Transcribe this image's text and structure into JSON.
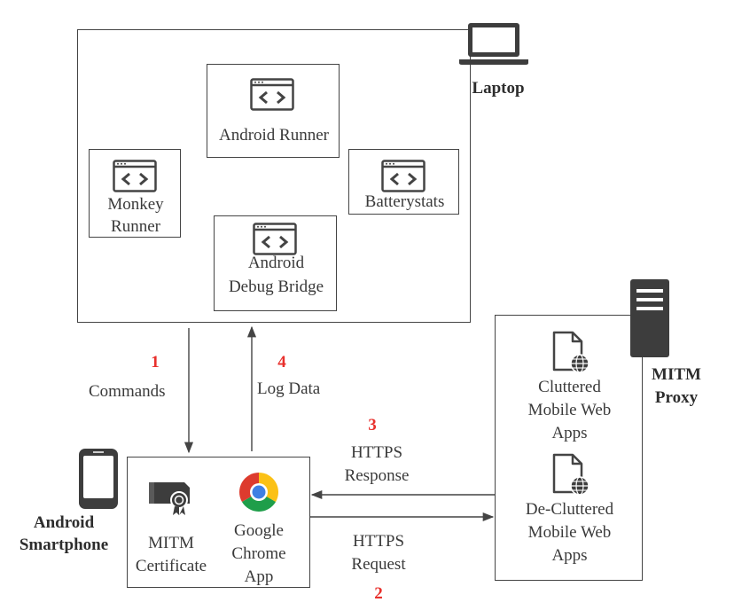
{
  "laptop": {
    "label": "Laptop",
    "components": {
      "android_runner": "Android Runner",
      "monkey_runner": [
        "Monkey",
        "Runner"
      ],
      "batterystats": "Batterystats",
      "adb": [
        "Android",
        "Debug Bridge"
      ]
    }
  },
  "smartphone": {
    "label": [
      "Android",
      "Smartphone"
    ],
    "mitm_certificate": [
      "MITM",
      "Certificate"
    ],
    "chrome": [
      "Google",
      "Chrome",
      "App"
    ]
  },
  "proxy": {
    "label": [
      "MITM",
      "Proxy"
    ],
    "cluttered": [
      "Cluttered",
      "Mobile Web",
      "Apps"
    ],
    "decluttered": [
      "De-Cluttered",
      "Mobile Web",
      "Apps"
    ]
  },
  "flows": {
    "step1": {
      "number": "1",
      "label": "Commands"
    },
    "step2": {
      "number": "2",
      "label": [
        "HTTPS",
        "Request"
      ]
    },
    "step3": {
      "number": "3",
      "label": [
        "HTTPS",
        "Response"
      ]
    },
    "step4": {
      "number": "4",
      "label": "Log Data"
    }
  },
  "icons": {
    "code_window": "code-window-icon",
    "laptop": "laptop-icon",
    "server": "server-icon",
    "phone": "smartphone-icon",
    "certificate": "certificate-icon",
    "chrome": "chrome-icon",
    "web_document": "web-document-icon"
  },
  "colors": {
    "step_number": "#e8302c",
    "line": "#444444",
    "text": "#3a3a3a"
  }
}
